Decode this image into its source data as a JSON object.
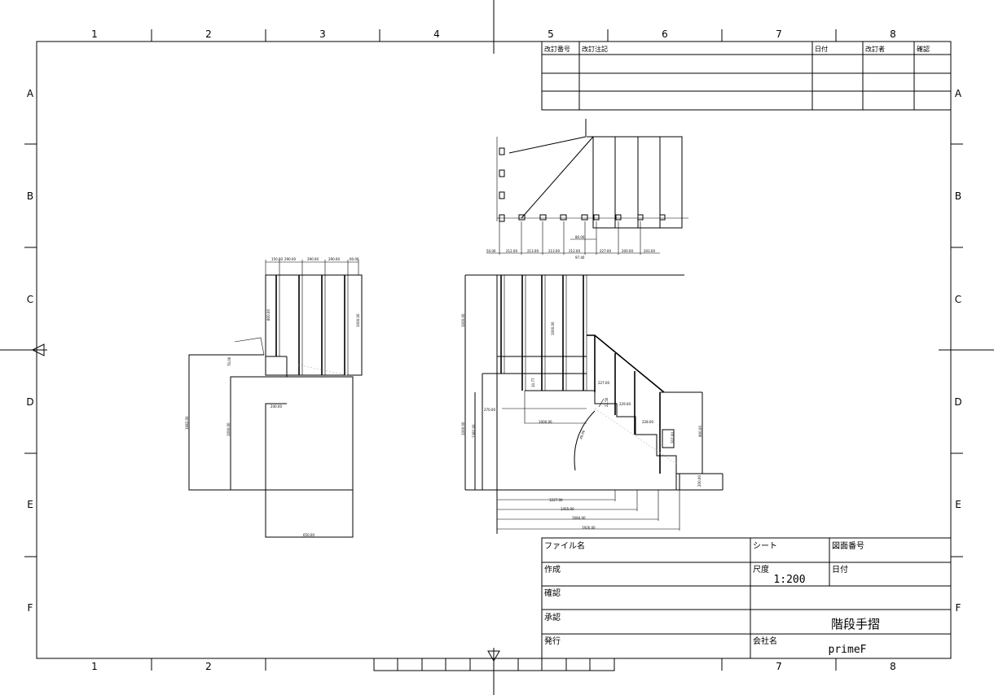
{
  "grid": {
    "columns": [
      "1",
      "2",
      "3",
      "4",
      "5",
      "6",
      "7",
      "8"
    ],
    "rows": [
      "A",
      "B",
      "C",
      "D",
      "E",
      "F"
    ]
  },
  "revision_table": {
    "headers": [
      "改訂番号",
      "改訂注記",
      "日付",
      "改訂者",
      "確認"
    ]
  },
  "title_block": {
    "file_name_label": "ファイル名",
    "sheet_label": "シート",
    "drawing_number_label": "図面番号",
    "created_label": "作成",
    "scale_label": "尺度",
    "scale_value": "1:200",
    "date_label": "日付",
    "checked_label": "確認",
    "approved_label": "承認",
    "issued_label": "発行",
    "company_label": "会社名",
    "drawing_title": "階段手摺",
    "company_name": "primeF"
  },
  "dimensions": {
    "left_view": {
      "top": [
        "150.00",
        "290.00",
        "290.00",
        "290.00",
        "60.00"
      ],
      "upper_height": "800.00",
      "right_height": "1000.00",
      "small": "70.00",
      "step": "240.00",
      "h1": "1682.00",
      "h2": "1000.00",
      "bottom": "650.00"
    },
    "top_view": {
      "bottom": [
        "50.00",
        "212.00",
        "213.00",
        "213.00",
        "212.00",
        "227.00",
        "200.00",
        "203.00"
      ],
      "mid": "80.00",
      "small": "97.40"
    },
    "section_view": {
      "left_height": "1000.00",
      "post_height": "1000.00",
      "h_left": "1000.00",
      "h_left2": "1382.00",
      "step_labels": [
        "10.77",
        "227.00",
        "229.00",
        "228.00",
        "207.00"
      ],
      "vert_step": "22.50",
      "left_step": "270.00",
      "span": "1000.00",
      "angle": "40.00",
      "right_height": "900.00",
      "right_small": "200.00",
      "bottom": [
        "1227.00",
        "1455.00",
        "1684.00",
        "1926.00"
      ]
    }
  }
}
